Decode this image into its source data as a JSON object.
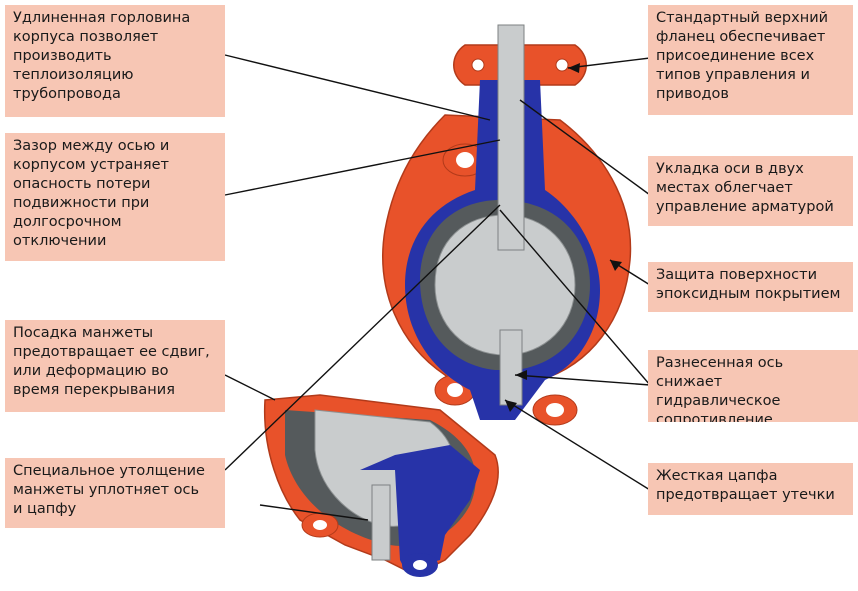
{
  "callouts": {
    "neck": "Удлиненная горловина\nкорпуса позволяет\nпроизводить\nтеплоизоляцию\nтрубопровода",
    "gap": "Зазор между осью и\nкорпусом устраняет\nопасность потери\nподвижности при\nдолгосрочном\nотключении",
    "seat_fit": "Посадка манжеты\nпредотвращает ее сдвиг,\nили деформацию во\nвремя перекрывания",
    "thickening": "Специальное утолщение\nманжеты уплотняет ось\nи цапфу",
    "flange": "Стандартный верхний\nфланец обеспечивает\nприсоединение всех\nтипов управления и\nприводов",
    "stem_support": "Укладка оси в двух\nместах облегчает\nуправление арматурой",
    "epoxy": "Защита поверхности\nэпоксидным покрытием",
    "split_stem": "Разнесенная ось\nснижает гидравлическое\nсопротивление",
    "trunnion": "Жесткая цапфа\nпредотвращает утечки"
  },
  "colors": {
    "callout_bg": "#f7c6b4",
    "body_orange": "#e8522a",
    "section_blue": "#2733a8",
    "seat_dark": "#555a5c",
    "disc_gray": "#c9cccd"
  }
}
